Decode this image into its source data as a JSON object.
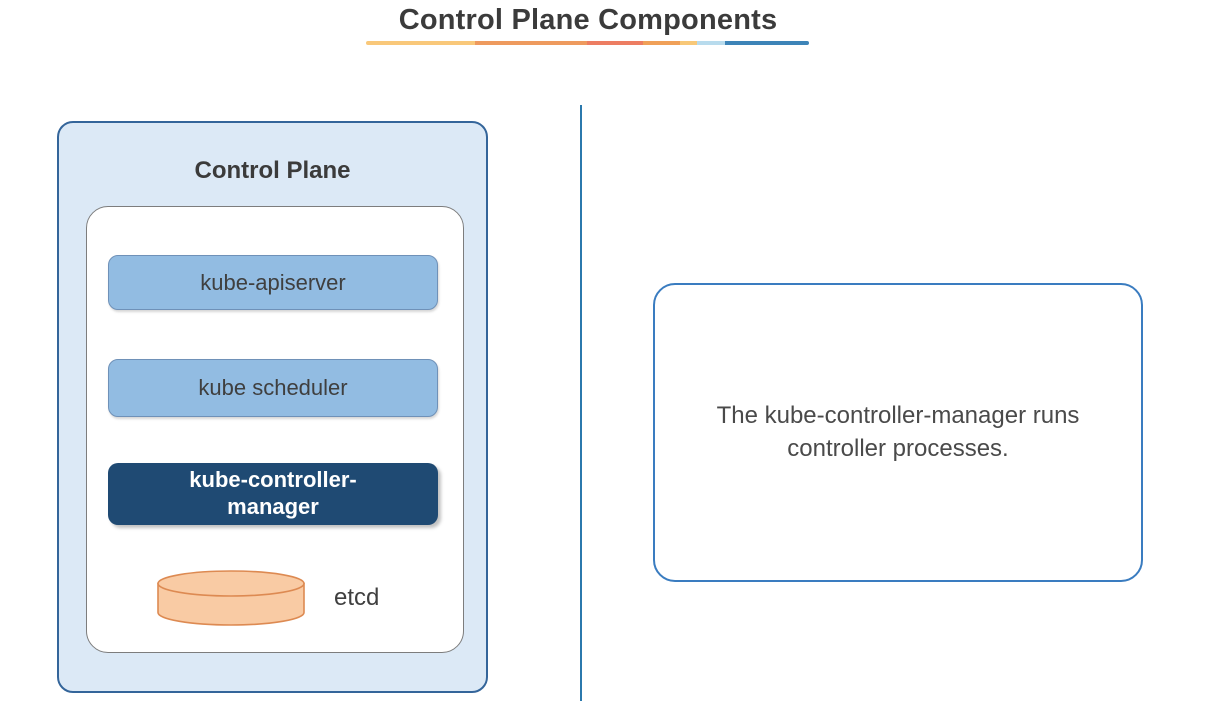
{
  "title": {
    "text": "Control Plane Components"
  },
  "title_underline": {
    "segments": [
      {
        "color": "#f9c87a",
        "width": 109
      },
      {
        "color": "#ee9a5e",
        "width": 112
      },
      {
        "color": "#ed7d62",
        "width": 56
      },
      {
        "color": "#f0a058",
        "width": 37
      },
      {
        "color": "#f8c878",
        "width": 17
      },
      {
        "color": "#b8dbed",
        "width": 28
      },
      {
        "color": "#3d84b8",
        "width": 84
      }
    ]
  },
  "control_plane": {
    "label": "Control Plane",
    "components": [
      {
        "id": "kube-apiserver",
        "label": "kube-apiserver",
        "style": "light"
      },
      {
        "id": "kube-scheduler",
        "label": "kube scheduler",
        "style": "light"
      },
      {
        "id": "kube-controller-manager",
        "label": "kube-controller-manager",
        "style": "dark-highlighted"
      }
    ],
    "datastore": {
      "label": "etcd",
      "icon": "database-cylinder-icon"
    }
  },
  "detail_panel": {
    "text": "The kube-controller-manager runs controller processes."
  },
  "colors": {
    "title_text": "#3b3b3b",
    "outer_box_fill": "#dce9f6",
    "outer_box_border": "#34659a",
    "inner_box_border": "#7d7d7d",
    "component_fill": "#92bce2",
    "component_border": "#6f91b8",
    "component_text": "#3f3f3f",
    "highlight_fill": "#1f4a73",
    "highlight_text": "#ffffff",
    "etcd_fill": "#f9cba4",
    "etcd_stroke": "#dd8a52",
    "divider": "#2b79ad",
    "panel_border": "#3a7cc0",
    "panel_text": "#4a4a4a"
  }
}
